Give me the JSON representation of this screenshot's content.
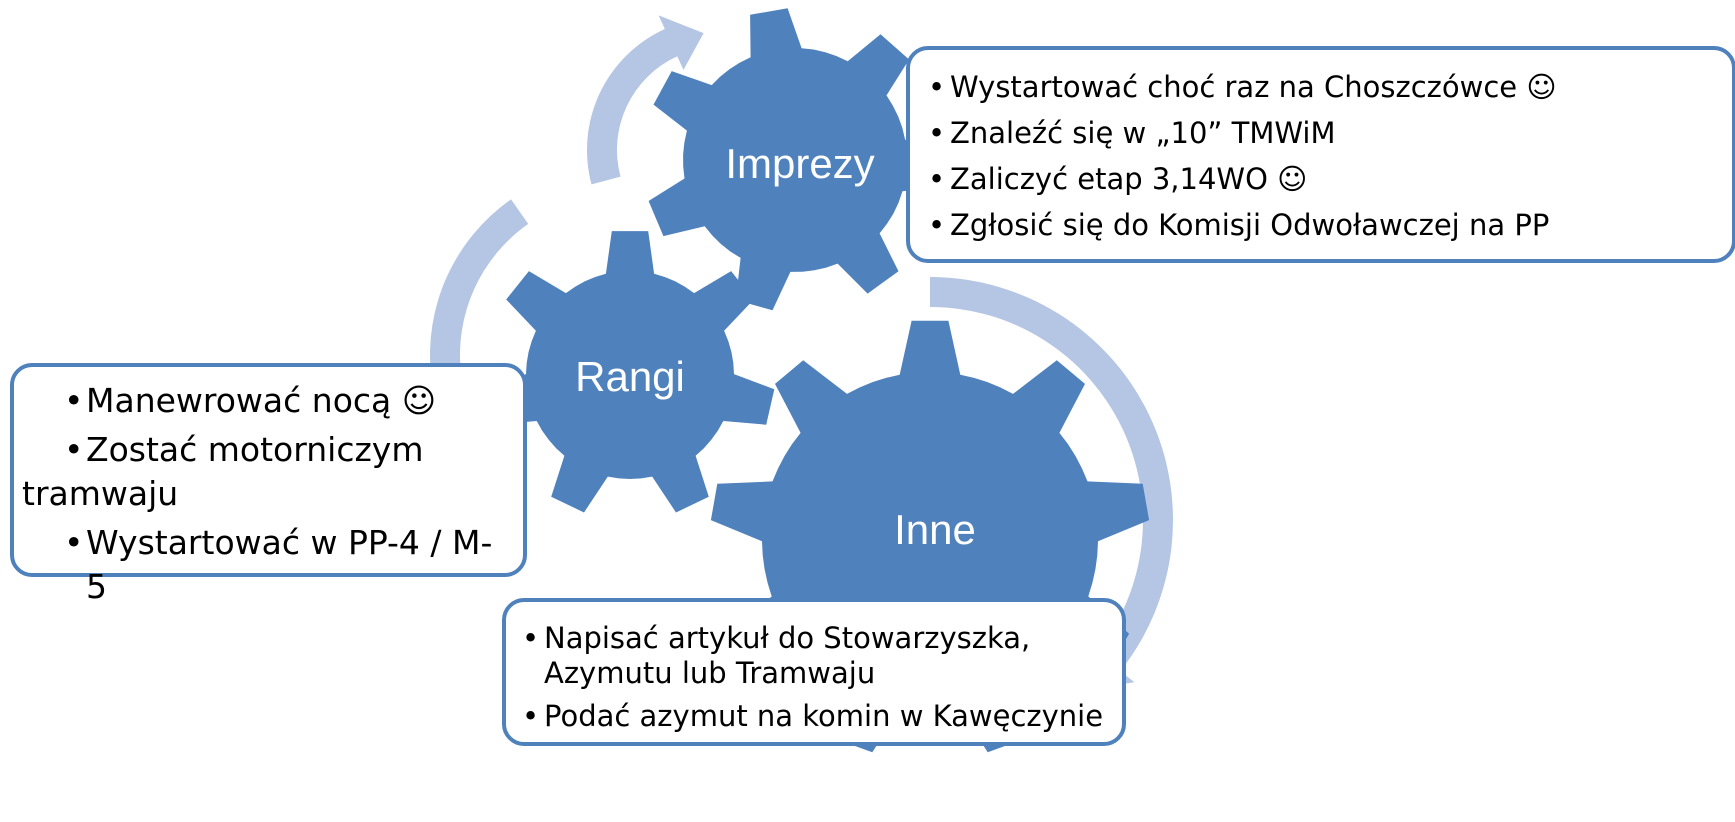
{
  "colors": {
    "gear": "#4f81bd",
    "arrow": "#b4c6e3",
    "box_border": "#4f81bd"
  },
  "gears": {
    "imprezy": {
      "label": "Imprezy"
    },
    "rangi": {
      "label": "Rangi"
    },
    "inne": {
      "label": "Inne"
    }
  },
  "boxes": {
    "imprezy": {
      "items": [
        "Wystartować choć raz na Choszczówce ☺",
        "Znaleźć się w „10” TMWiM",
        "Zaliczyć etap 3,14WO ☺",
        "Zgłosić się do Komisji Odwoławczej na PP"
      ]
    },
    "rangi": {
      "items": [
        "Manewrować nocą ☺",
        "Zostać motorniczym",
        "tramwaju",
        "Wystartować w PP-4 / M-5"
      ]
    },
    "inne": {
      "items": [
        "Napisać artykuł do Stowarzyszka,",
        "Azymutu lub Tramwaju",
        "Podać azymut na komin w Kawęczynie"
      ]
    }
  },
  "bullet": "•"
}
